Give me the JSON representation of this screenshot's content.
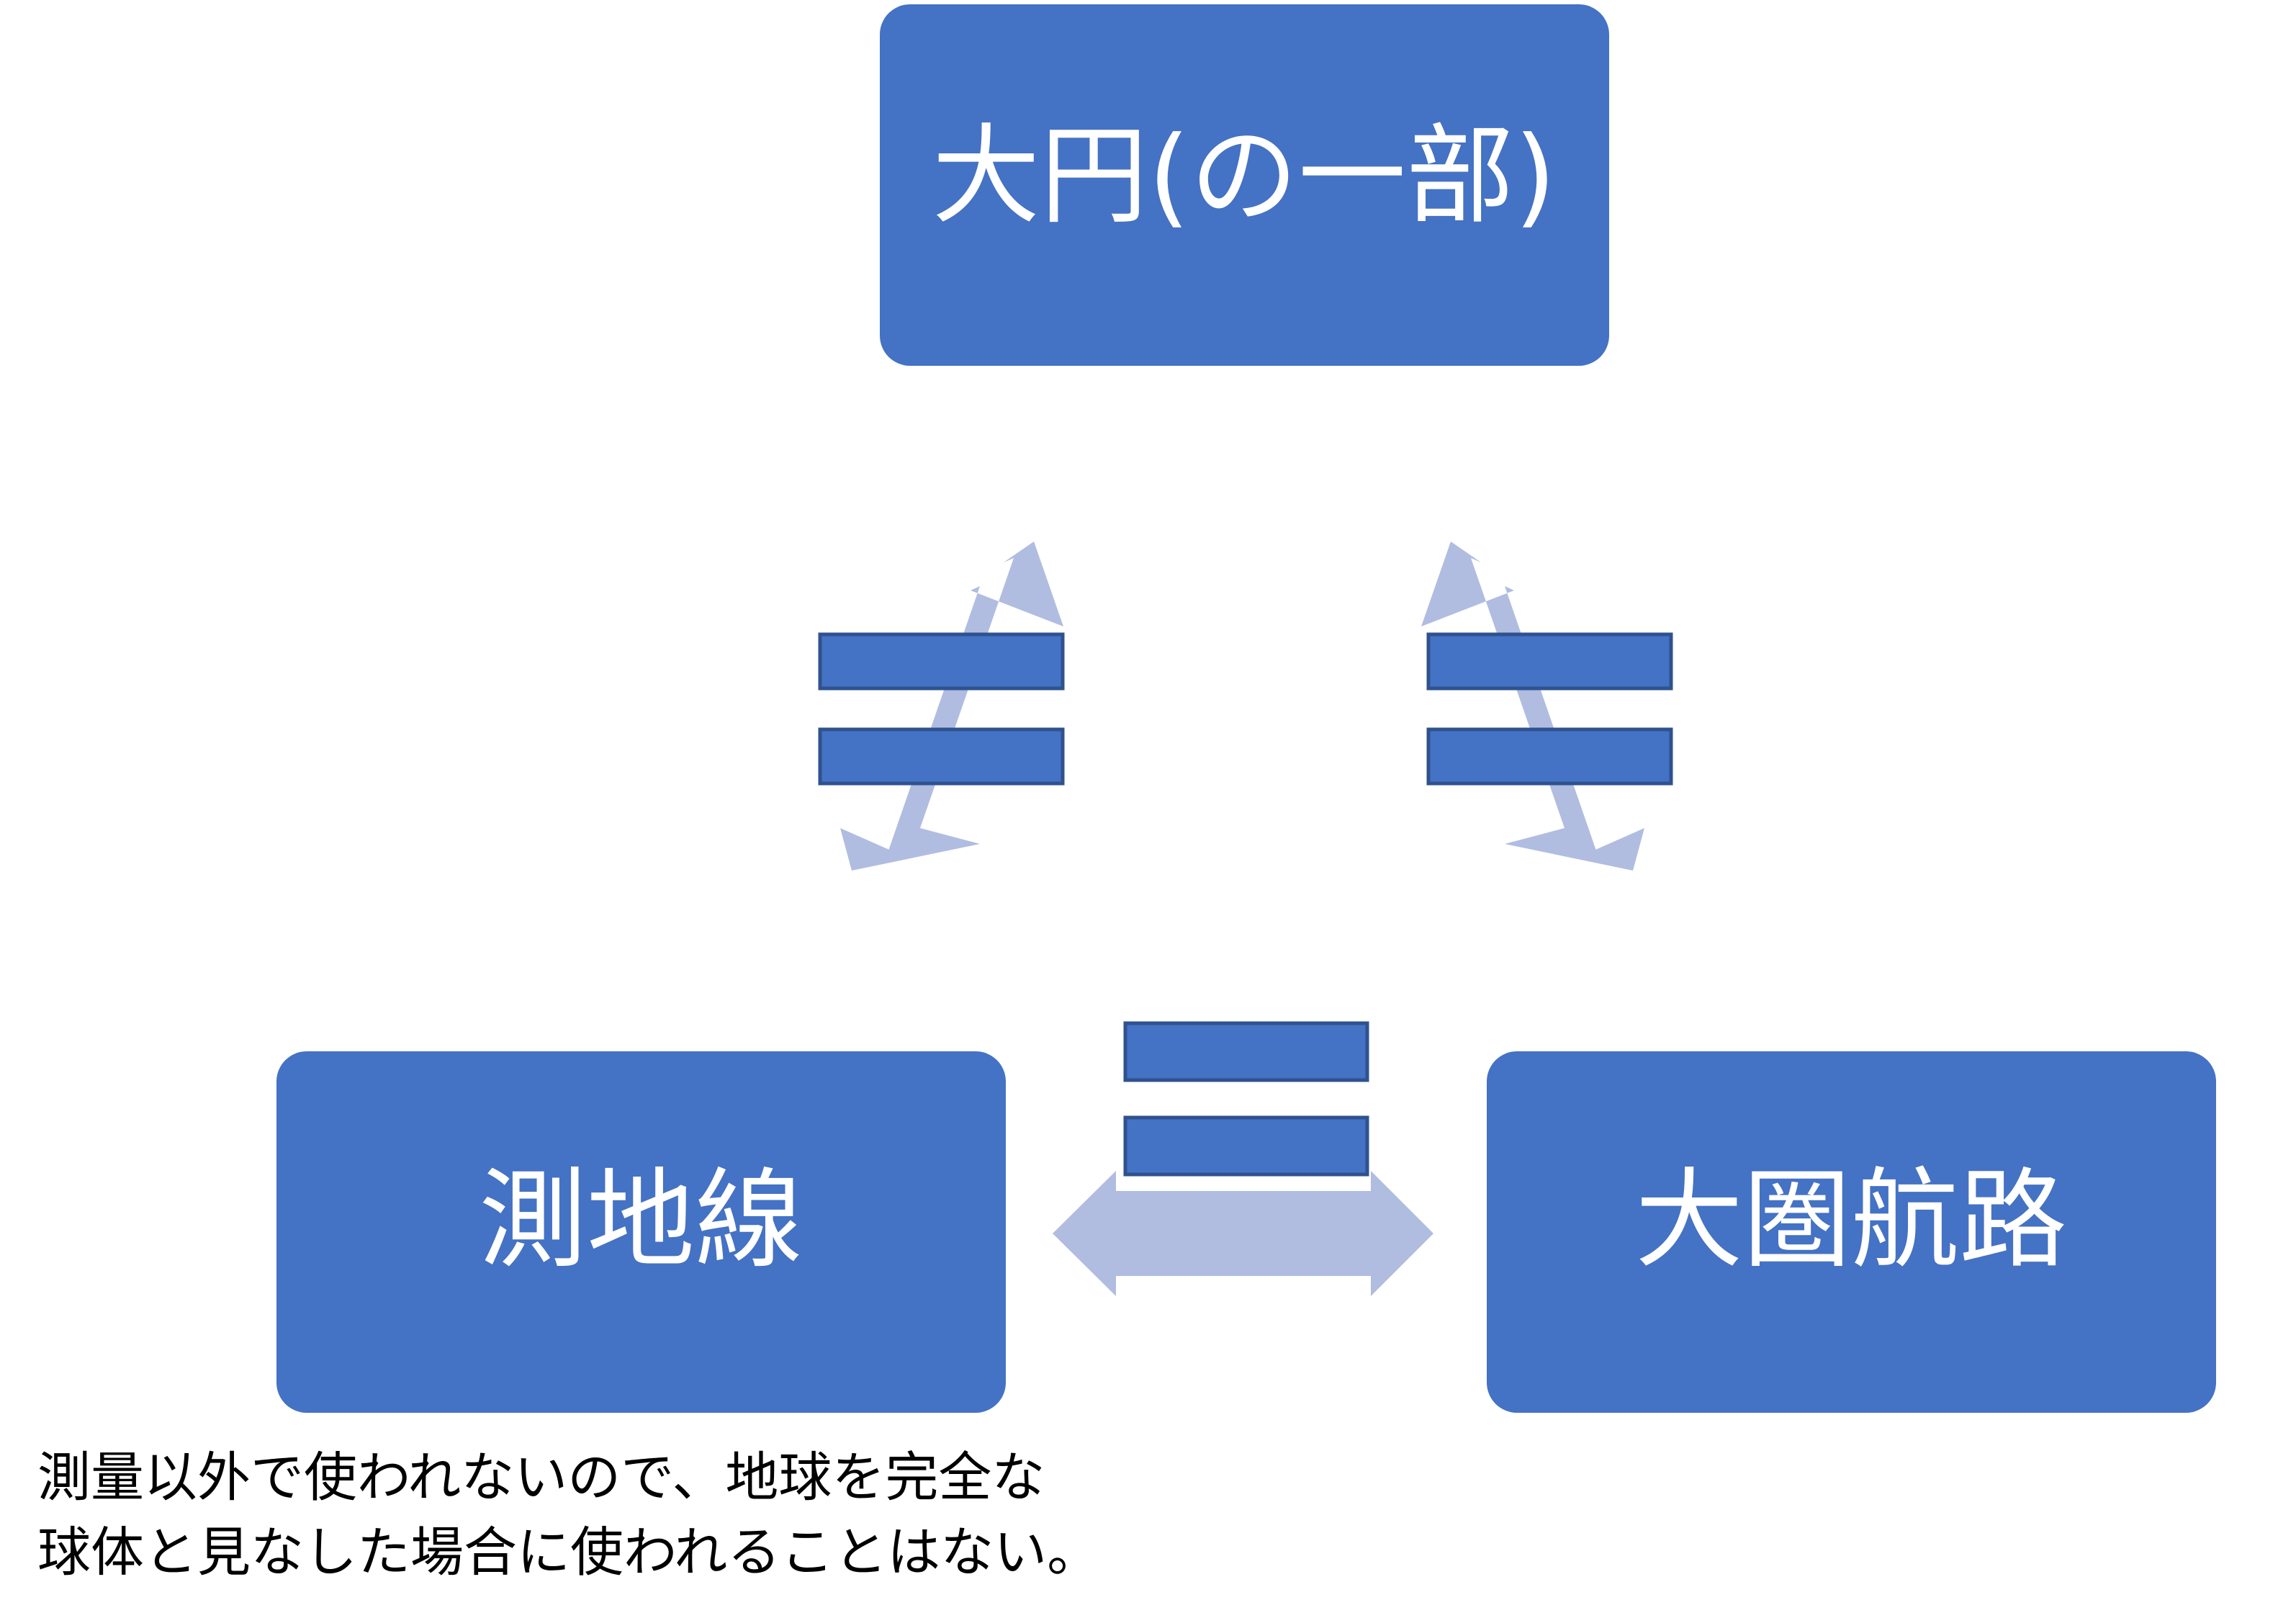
{
  "diagram": {
    "nodes": {
      "top": {
        "label": "大円(の一部)"
      },
      "bottom_left": {
        "label": "測地線"
      },
      "bottom_right": {
        "label": "大圏航路"
      }
    },
    "relations": [
      {
        "from": "bottom_left",
        "to": "top",
        "symbol": "="
      },
      {
        "from": "top",
        "to": "bottom_right",
        "symbol": "="
      },
      {
        "from": "bottom_left",
        "to": "bottom_right",
        "symbol": "="
      }
    ],
    "colors": {
      "node_fill": "#4472c4",
      "arrow_fill": "#b0bde0",
      "equals_fill": "#4472c4",
      "equals_stroke": "#2f528f"
    }
  },
  "note": {
    "line1": "測量以外で使われないので、地球を完全な",
    "line2": "球体と見なした場合に使われることはない。"
  }
}
